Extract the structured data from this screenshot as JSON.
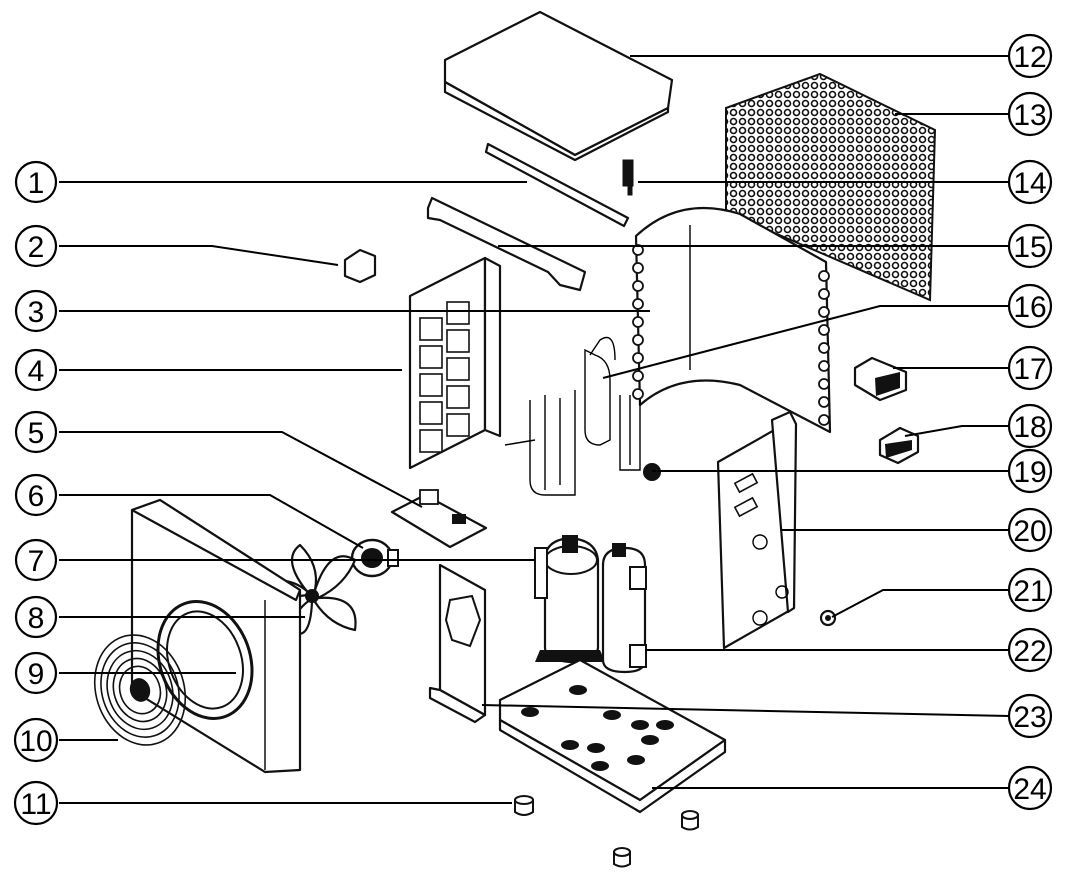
{
  "diagram": {
    "callouts": [
      {
        "id": "1",
        "label": "1"
      },
      {
        "id": "2",
        "label": "2"
      },
      {
        "id": "3",
        "label": "3"
      },
      {
        "id": "4",
        "label": "4"
      },
      {
        "id": "5",
        "label": "5"
      },
      {
        "id": "6",
        "label": "6"
      },
      {
        "id": "7",
        "label": "7"
      },
      {
        "id": "8",
        "label": "8"
      },
      {
        "id": "9",
        "label": "9"
      },
      {
        "id": "10",
        "label": "10"
      },
      {
        "id": "11",
        "label": "11"
      },
      {
        "id": "12",
        "label": "12"
      },
      {
        "id": "13",
        "label": "13"
      },
      {
        "id": "14",
        "label": "14"
      },
      {
        "id": "15",
        "label": "15"
      },
      {
        "id": "16",
        "label": "16"
      },
      {
        "id": "17",
        "label": "17"
      },
      {
        "id": "18",
        "label": "18"
      },
      {
        "id": "19",
        "label": "19"
      },
      {
        "id": "20",
        "label": "20"
      },
      {
        "id": "21",
        "label": "21"
      },
      {
        "id": "22",
        "label": "22"
      },
      {
        "id": "23",
        "label": "23"
      },
      {
        "id": "24",
        "label": "24"
      }
    ],
    "colors": {
      "line": "#000000",
      "background": "#ffffff"
    }
  }
}
